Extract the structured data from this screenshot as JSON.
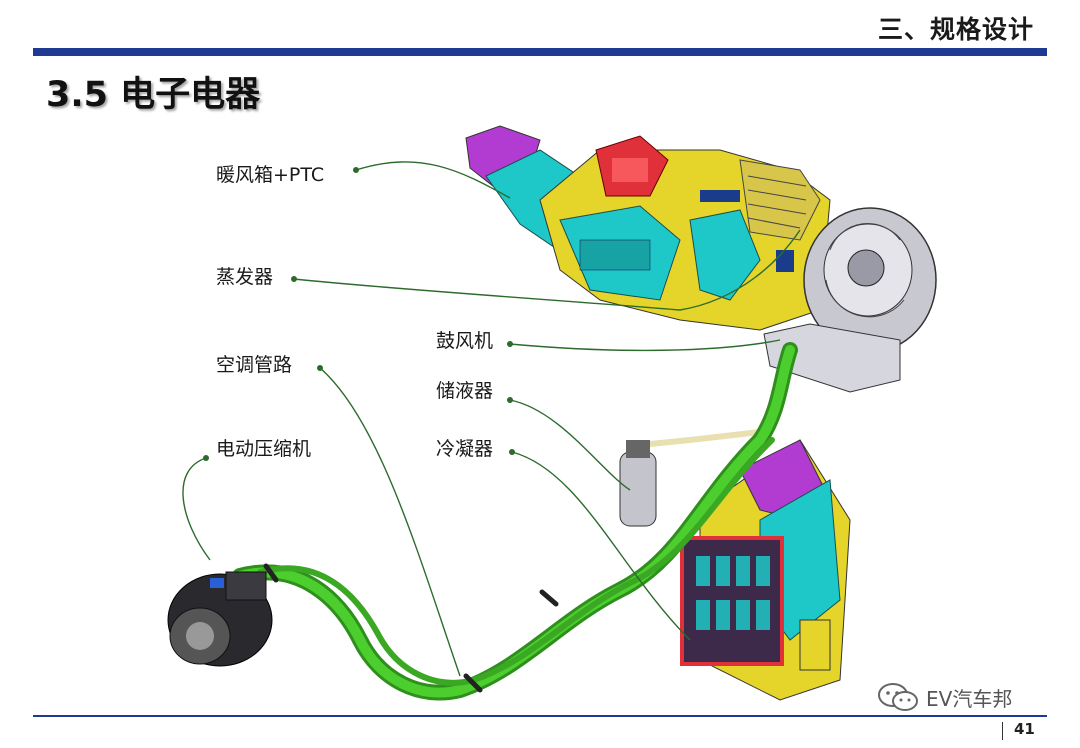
{
  "header": {
    "section_title": "三、规格设计",
    "page_heading": "3.5 电子电器"
  },
  "labels": {
    "heater_box": "暖风箱+PTC",
    "evaporator": "蒸发器",
    "blower": "鼓风机",
    "ac_pipes": "空调管路",
    "receiver_drier": "储液器",
    "compressor": "电动压缩机",
    "condenser": "冷凝器"
  },
  "footer": {
    "brand": "EV汽车邦",
    "page_number": "41"
  },
  "colors": {
    "rule": "#1f3a93",
    "leader": "#2d6b2d",
    "pipe": "#4ccf2e",
    "hvac_cyan": "#1ec8c8",
    "hvac_yellow": "#e5d42a",
    "hvac_magenta": "#b23bd1",
    "hvac_red": "#e0303a",
    "hvac_grey": "#c8c8d0"
  }
}
